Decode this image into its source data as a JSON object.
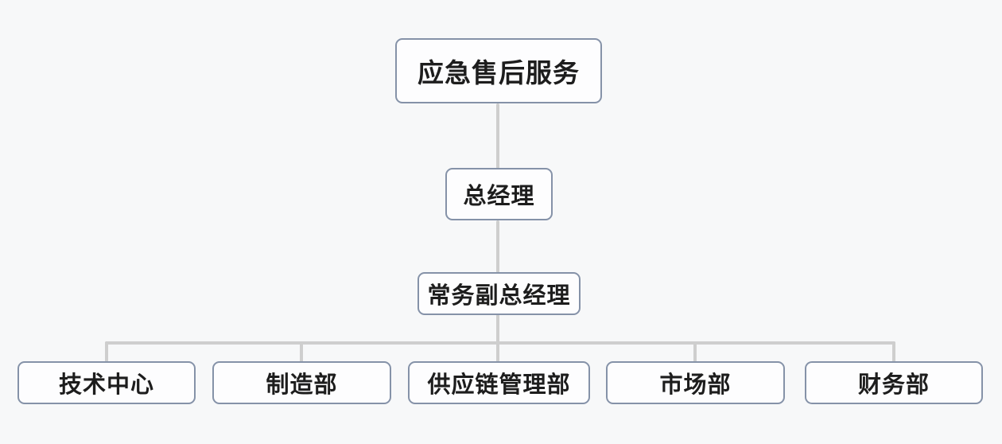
{
  "org_chart": {
    "root": {
      "label": "应急售后服务"
    },
    "general_manager": {
      "label": "总经理"
    },
    "deputy_general_manager": {
      "label": "常务副总经理"
    },
    "departments": [
      {
        "label": "技术中心"
      },
      {
        "label": "制造部"
      },
      {
        "label": "供应链管理部"
      },
      {
        "label": "市场部"
      },
      {
        "label": "财务部"
      }
    ]
  },
  "colors": {
    "background": "#f7f8f9",
    "box_fill": "#fdfdfe",
    "box_border": "#8592a8",
    "connector": "#cecece",
    "text": "#1d1d1d"
  }
}
